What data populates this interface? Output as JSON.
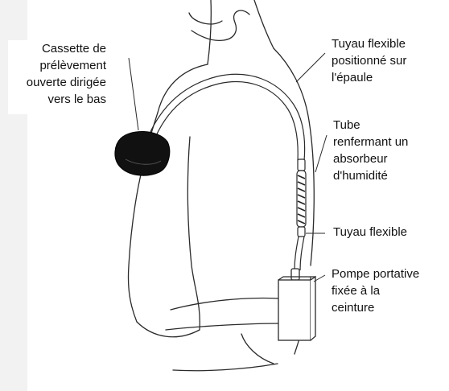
{
  "labels": {
    "cassette": [
      "Cassette de",
      "prélèvement",
      "ouverte dirigée",
      "vers le bas"
    ],
    "tuyau_epaule": [
      "Tuyau flexible",
      "positionné sur",
      "l'épaule"
    ],
    "tube": [
      "Tube",
      "renfermant un",
      "absorbeur",
      "d'humidité"
    ],
    "tuyau": [
      "Tuyau flexible"
    ],
    "pompe": [
      "Pompe portative",
      "fixée à la",
      "ceinture"
    ]
  },
  "colors": {
    "line": "#2a2a2a",
    "cassette": "#111111"
  }
}
